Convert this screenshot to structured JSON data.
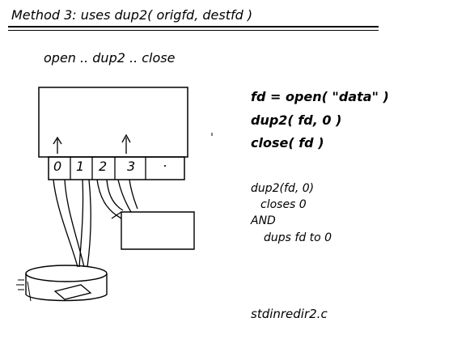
{
  "title": "Method 3:  uses dup2( origfd, destfd )",
  "subtitle": "open .. dup2 .. close",
  "code_lines": [
    "fd = open( \"data\" )",
    "dup2( fd,  0 )",
    "close( fd )"
  ],
  "notes": [
    "dup2(fd, 0)",
    "closes 0",
    "AND",
    "dups fd to 0"
  ],
  "filename": "stdinredir2.c",
  "fd_slots": [
    "0",
    "1",
    "2",
    "3",
    "."
  ]
}
